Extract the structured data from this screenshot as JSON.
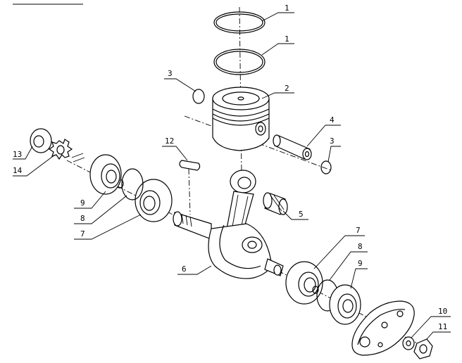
{
  "parts": [
    {
      "id": "ring-top",
      "label": "1"
    },
    {
      "id": "ring-second",
      "label": "1"
    },
    {
      "id": "piston",
      "label": "2"
    },
    {
      "id": "circlip-left",
      "label": "3"
    },
    {
      "id": "circlip-right",
      "label": "3"
    },
    {
      "id": "piston-pin",
      "label": "4"
    },
    {
      "id": "needle-bearing",
      "label": "5"
    },
    {
      "id": "crankshaft",
      "label": "6"
    },
    {
      "id": "bearing-left",
      "label": "7"
    },
    {
      "id": "bearing-right",
      "label": "7"
    },
    {
      "id": "snap-ring-left",
      "label": "8"
    },
    {
      "id": "snap-ring-right",
      "label": "8"
    },
    {
      "id": "oil-seal-left",
      "label": "9"
    },
    {
      "id": "oil-seal-right",
      "label": "9"
    },
    {
      "id": "washer",
      "label": "10"
    },
    {
      "id": "nut",
      "label": "11"
    },
    {
      "id": "key",
      "label": "12"
    },
    {
      "id": "nut-left",
      "label": "13"
    },
    {
      "id": "sprocket",
      "label": "14"
    }
  ]
}
